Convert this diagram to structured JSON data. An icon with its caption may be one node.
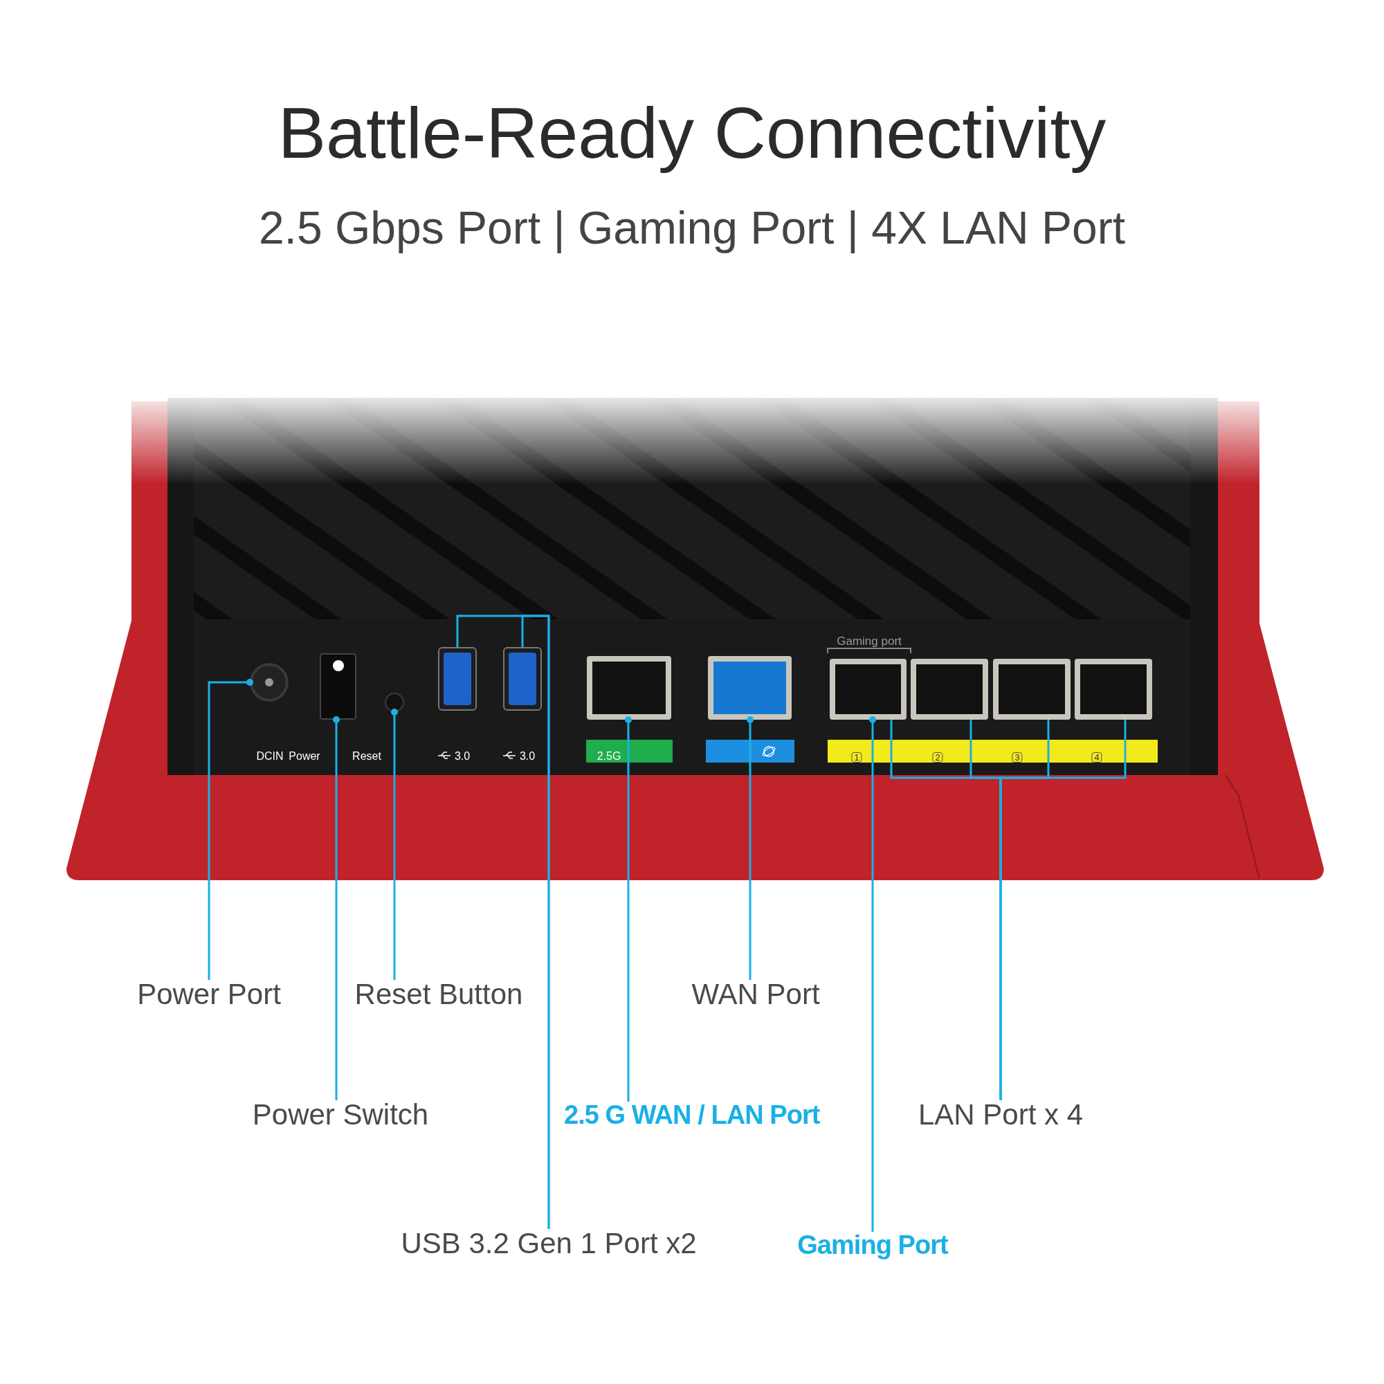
{
  "diagram": {
    "title": "Battle-Ready Connectivity",
    "nodes": [
      {
        "text": [
          "Power Port"
        ]
      },
      {
        "text": [
          "Power Switch"
        ]
      },
      {
        "text": [
          "Reset Button"
        ]
      },
      {
        "text": [
          "USB 3.2 Gen 1 Port x2"
        ]
      },
      {
        "text": [
          "2.5 G WAN / LAN Port"
        ]
      },
      {
        "text": [
          "WAN Port"
        ]
      },
      {
        "text": [
          "LAN Port x 4"
        ]
      },
      {
        "text": [
          "Gaming Port"
        ]
      },
      {
        "text": [],
        "shape": "circle"
      },
      {
        "text": [],
        "shape": "box"
      },
      {
        "text": [],
        "shape": "circle"
      },
      {
        "text": [],
        "shape": "box"
      },
      {
        "text": [],
        "shape": "box"
      },
      {
        "text": [],
        "shape": "box"
      },
      {
        "text": [],
        "shape": "box"
      },
      {
        "text": [],
        "shape": "box"
      },
      {
        "text": [],
        "shape": "box"
      },
      {
        "text": [],
        "shape": "box"
      },
      {
        "text": [],
        "shape": "box"
      }
    ],
    "edges": [
      {
        "from": 0,
        "to": 8,
        "arrow": "other"
      },
      {
        "from": 1,
        "to": 9,
        "arrow": "other"
      },
      {
        "from": 2,
        "to": 10,
        "arrow": "other"
      },
      {
        "from": 3,
        "to": 11,
        "arrow": "none"
      },
      {
        "from": 3,
        "to": 12,
        "arrow": "none"
      },
      {
        "from": 4,
        "to": 13,
        "arrow": "other"
      },
      {
        "from": 5,
        "to": 14,
        "arrow": "other"
      },
      {
        "from": 7,
        "to": 15,
        "arrow": "other"
      },
      {
        "from": 6,
        "to": 15,
        "arrow": "none"
      },
      {
        "from": 6,
        "to": 16,
        "arrow": "none"
      },
      {
        "from": 6,
        "to": 17,
        "arrow": "none"
      },
      {
        "from": 6,
        "to": 18,
        "arrow": "none"
      }
    ],
    "labels": [
      "2.5 Gbps Port | Gaming Port | 4X LAN Port",
      "DCIN",
      "Power",
      "Reset",
      "3.0",
      "3.0",
      "2.5G",
      "Gaming port",
      "1",
      "2",
      "3",
      "4"
    ]
  }
}
